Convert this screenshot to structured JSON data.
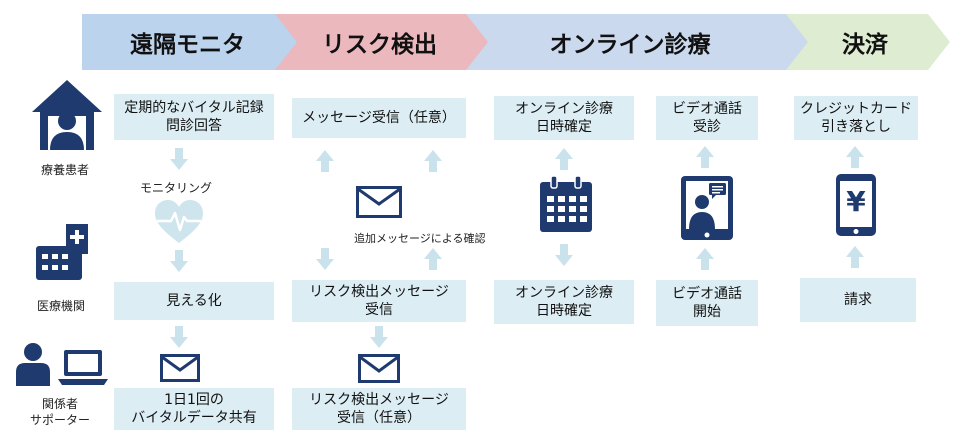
{
  "stages": [
    "遠隔モニタ",
    "リスク検出",
    "オンライン診療",
    "決済"
  ],
  "roles": {
    "patient": "療養患者",
    "institution": "医療機関",
    "supporter": "関係者\nサポーター"
  },
  "monitor": {
    "top_box": "定期的なバイタル記録\n問診回答",
    "monitoring_label": "モニタリング",
    "visualize_box": "見える化",
    "share_box": "1日1回の\nバイタルデータ共有"
  },
  "risk": {
    "top_box": "メッセージ受信（任意）",
    "confirm_label": "追加メッセージによる確認",
    "mid_box": "リスク検出メッセージ\n受信",
    "bottom_box": "リスク検出メッセージ\n受信（任意）"
  },
  "online": {
    "top_box": "オンライン診療\n日時確定",
    "bottom_box": "オンライン診療\n日時確定"
  },
  "video": {
    "top_box": "ビデオ通話\n受診",
    "bottom_box": "ビデオ通話\n開始"
  },
  "payment": {
    "top_box": "クレジットカード\n引き落とし",
    "bottom_box": "請求",
    "yen_symbol": "¥"
  },
  "colors": {
    "stage1": "#bcd3ee",
    "stage2": "#eab8bd",
    "stage3": "#cad9ee",
    "stage4": "#deecd2",
    "box": "#dcedf4",
    "icon": "#1f3a6e",
    "arrow": "#c9e2ec"
  }
}
